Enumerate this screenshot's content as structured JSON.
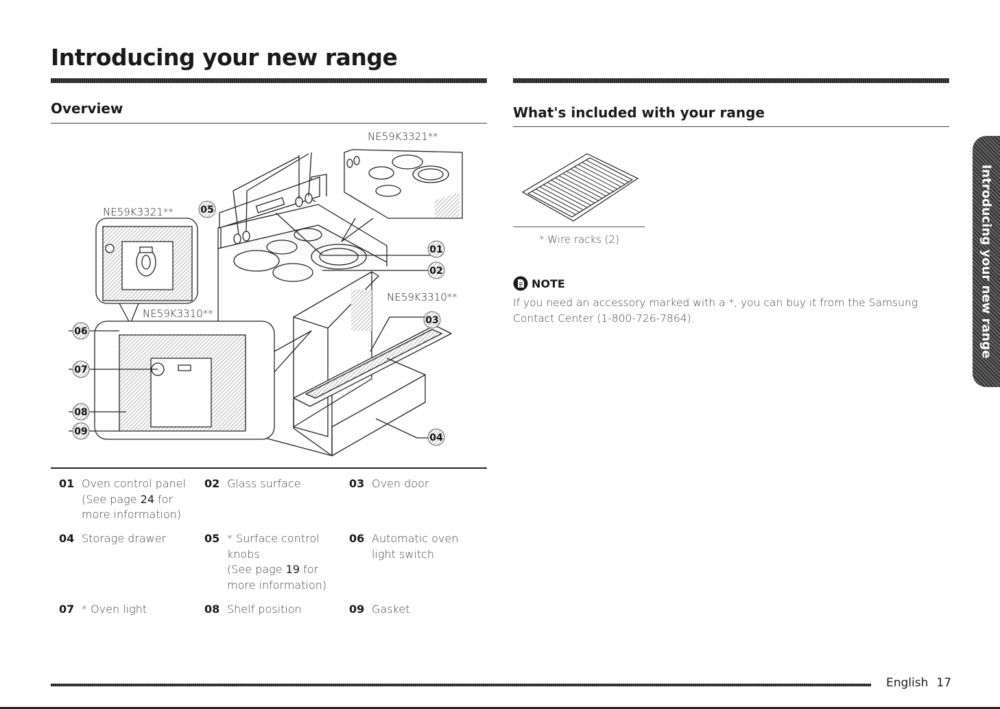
{
  "page": {
    "title": "Introducing your new range",
    "side_tab": "Introducing your new range",
    "footer": {
      "language": "English",
      "page_number": "17"
    }
  },
  "overview": {
    "heading": "Overview",
    "model_labels": {
      "top_right": "NE59K3321**",
      "upper_left": "NE59K3321**",
      "lower_left": "NE59K3310**",
      "right": "NE59K3310**"
    },
    "callouts": [
      "01",
      "02",
      "03",
      "04",
      "05",
      "06",
      "07",
      "08",
      "09"
    ],
    "parts": [
      {
        "num": "01",
        "lines": [
          "Oven control panel",
          "(See page |24| for",
          "more information)"
        ]
      },
      {
        "num": "02",
        "lines": [
          "Glass surface"
        ]
      },
      {
        "num": "03",
        "lines": [
          "Oven door"
        ]
      },
      {
        "num": "04",
        "lines": [
          "Storage drawer"
        ]
      },
      {
        "num": "05",
        "lines": [
          "* Surface control",
          "knobs",
          "(See page |19| for",
          "more information)"
        ]
      },
      {
        "num": "06",
        "lines": [
          "Automatic oven",
          "light switch"
        ]
      },
      {
        "num": "07",
        "lines": [
          "* Oven light"
        ]
      },
      {
        "num": "08",
        "lines": [
          "Shelf position"
        ]
      },
      {
        "num": "09",
        "lines": [
          "Gasket"
        ]
      }
    ]
  },
  "included": {
    "heading": "What's included with your range",
    "rack_caption": "* Wire racks (2)",
    "note_label": "NOTE",
    "note_text": "If you need an accessory marked with a *, you can buy it from the Samsung Contact Center (1-800-726-7864)."
  },
  "icons": {
    "note": "note-icon"
  },
  "colors": {
    "ink": "#1a1a1a",
    "body_text": "#444444",
    "tab": "#4a4a4a"
  }
}
